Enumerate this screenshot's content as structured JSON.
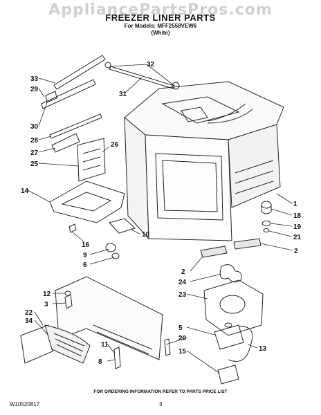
{
  "header": {
    "watermark": "AppliancePartsPros.com",
    "title": "FREEZER LINER PARTS",
    "models": "For Models: MFF2558VEW6",
    "color": "(White)"
  },
  "callouts": [
    "33",
    "29",
    "30",
    "28",
    "27",
    "25",
    "14",
    "32",
    "31",
    "26",
    "16",
    "9",
    "6",
    "10",
    "1",
    "18",
    "19",
    "21",
    "2",
    "2",
    "24",
    "23",
    "12",
    "3",
    "22",
    "34",
    "11",
    "8",
    "5",
    "20",
    "13",
    "15"
  ],
  "footer": {
    "note": "FOR ORDERING INFORMATION REFER TO PARTS PRICE LIST",
    "doc_number": "W10520817",
    "page_number": "3"
  }
}
